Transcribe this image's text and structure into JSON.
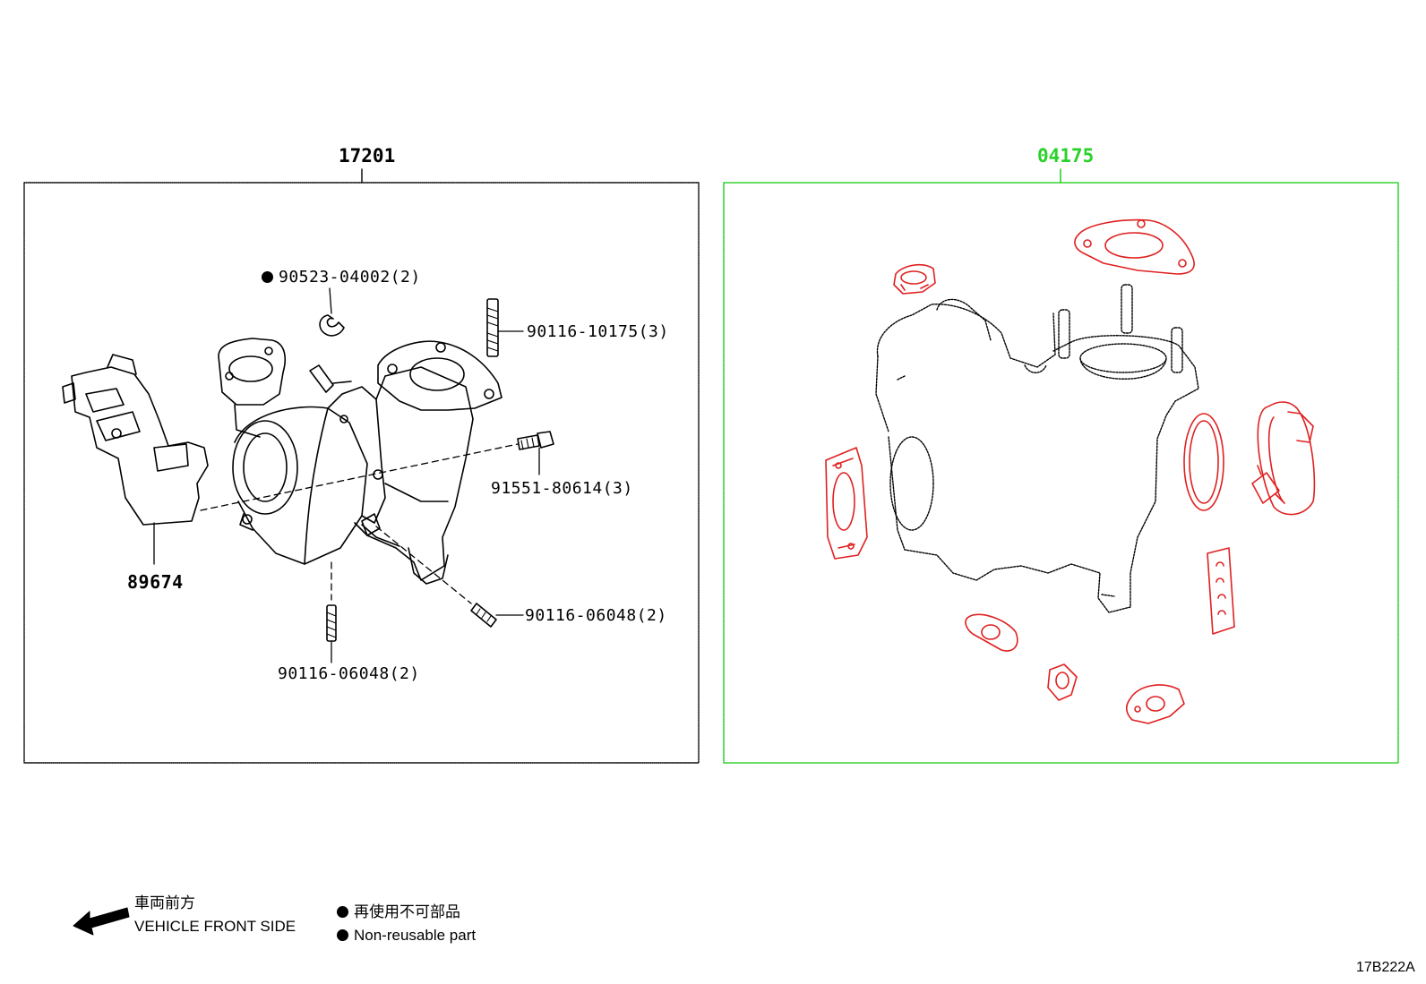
{
  "groups": {
    "left": {
      "number": "17201"
    },
    "right": {
      "number": "04175",
      "color": "#2ad12a"
    }
  },
  "parts": {
    "p90523": "90523-04002(2)",
    "p90116_10175": "90116-10175(3)",
    "p91551": "91551-80614(3)",
    "p89674": "89674",
    "p90116_06048_right": "90116-06048(2)",
    "p90116_06048_bottom": "90116-06048(2)"
  },
  "legend": {
    "front_jp": "車両前方",
    "front_en": "VEHICLE FRONT SIDE",
    "nonreuse_jp": "再使用不可部品",
    "nonreuse_en": "Non-reusable part"
  },
  "diagram_code": "17B222A",
  "colors": {
    "gasket": "#e02020",
    "line": "#000000"
  }
}
